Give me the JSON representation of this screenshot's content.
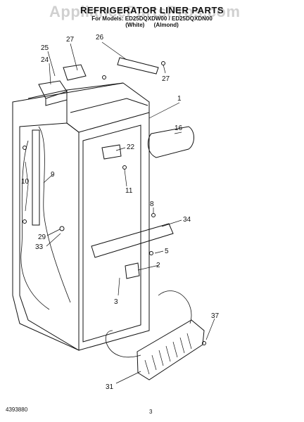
{
  "header": {
    "title": "REFRIGERATOR LINER PARTS",
    "sub_line1": "For Models: ED25DQXDW00 / ED25DQXDN00",
    "sub_color_a": "(White)",
    "sub_color_b": "(Almond)"
  },
  "watermark": "AppliancePartsPros.com",
  "callouts": [
    "26",
    "27",
    "25",
    "24",
    "27",
    "1",
    "16",
    "22",
    "11",
    "9",
    "10",
    "8",
    "34",
    "29",
    "33",
    "5",
    "2",
    "3",
    "37",
    "31"
  ],
  "footer": {
    "doc_number": "4393880",
    "page_number": "3"
  },
  "colors": {
    "line": "#111111",
    "watermark": "#969696",
    "background": "#ffffff"
  }
}
